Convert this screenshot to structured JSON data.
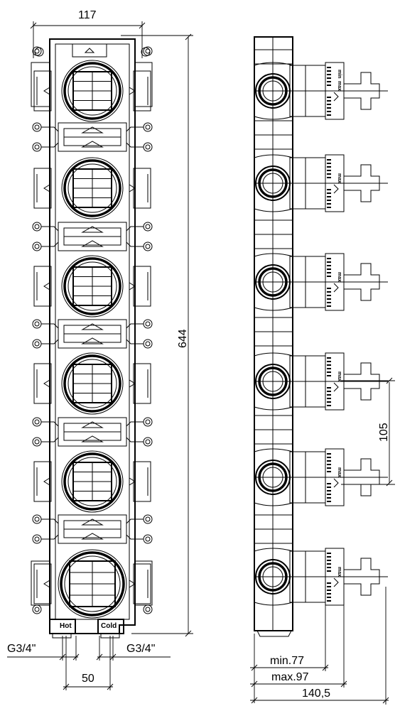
{
  "front_view": {
    "width_label": "117",
    "height_label": "644",
    "port_spacing_label": "50",
    "left_thread_label": "G3/4\"",
    "right_thread_label": "G3/4\"",
    "hot_label": "Hot",
    "cold_label": "Cold",
    "module_count": 6
  },
  "side_view": {
    "spacing_label": "105",
    "min_label": "min.77",
    "max_label": "max.97",
    "depth_label": "140,5",
    "knob_max_text": "max",
    "knob_min_text": "min"
  }
}
